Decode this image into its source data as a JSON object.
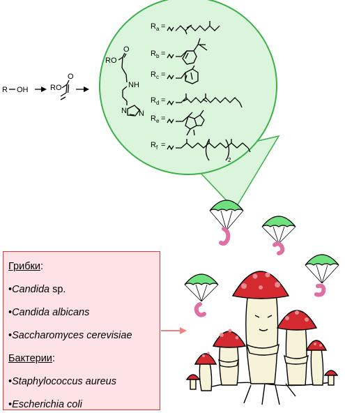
{
  "scheme": {
    "start_R": "R",
    "start_OH": "OH",
    "acrylate_RO": "RO",
    "acrylate_O": "O",
    "product_RO": "RO",
    "product_O": "O",
    "product_NH": "NH",
    "product_N": "N",
    "imidazole_N": "N",
    "substituents": [
      {
        "letter": "R",
        "sub": "a",
        "eq": "="
      },
      {
        "letter": "R",
        "sub": "b",
        "eq": "="
      },
      {
        "letter": "R",
        "sub": "c",
        "eq": "="
      },
      {
        "letter": "R",
        "sub": "d",
        "eq": "="
      },
      {
        "letter": "R",
        "sub": "e",
        "eq": "="
      },
      {
        "letter": "R",
        "sub": "f",
        "eq": "="
      }
    ],
    "repeat_index": "2"
  },
  "organisms": {
    "fungi_header": "Грибки",
    "fungi_colon": ":",
    "fungi": [
      {
        "bullet": "•",
        "name": "Candida",
        "suffix": " sp."
      },
      {
        "bullet": "•",
        "name": "Candida albicans",
        "suffix": ""
      },
      {
        "bullet": "•",
        "name": "Saccharomyces cerevisiae",
        "suffix": ""
      }
    ],
    "bacteria_header": "Бактерии",
    "bacteria_colon": ":",
    "bacteria": [
      {
        "bullet": "•",
        "name": "Staphylococcus aureus",
        "suffix": ""
      },
      {
        "bullet": "•",
        "name": "Escherichia coli",
        "suffix": ""
      }
    ]
  },
  "colors": {
    "bubble_fill": "#daf5dc",
    "bubble_stroke": "#3cb04a",
    "parachute": "#6fe07e",
    "list_border": "#e03a3a",
    "list_fill": "#fde3e6",
    "pointer_arrow": "#f08080",
    "mushroom_cap": "#d42a2f",
    "mushroom_spots": "#e88a8e",
    "mushroom_stem": "#f6f3d8",
    "worm": "#f2b0d0"
  }
}
